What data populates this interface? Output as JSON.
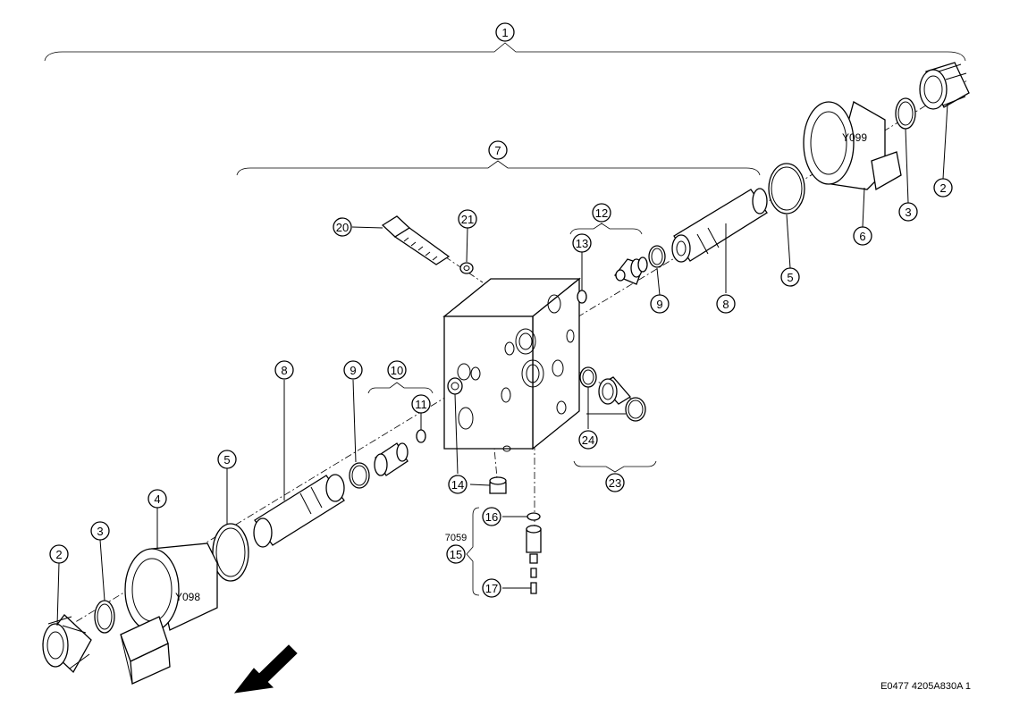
{
  "callouts": {
    "c1": "1",
    "c2a": "2",
    "c2b": "2",
    "c3a": "3",
    "c3b": "3",
    "c4": "4",
    "c5a": "5",
    "c5b": "5",
    "c6": "6",
    "c7": "7",
    "c8a": "8",
    "c8b": "8",
    "c9a": "9",
    "c9b": "9",
    "c10": "10",
    "c11": "11",
    "c12": "12",
    "c13": "13",
    "c14": "14",
    "c15": "15",
    "c16": "16",
    "c17": "17",
    "c20": "20",
    "c21": "21",
    "c23": "23",
    "c24": "24"
  },
  "labels": {
    "coil_left": "Y098",
    "coil_right": "Y099",
    "group_15_code": "7059"
  },
  "reference": "E0477 4205A830A 1"
}
